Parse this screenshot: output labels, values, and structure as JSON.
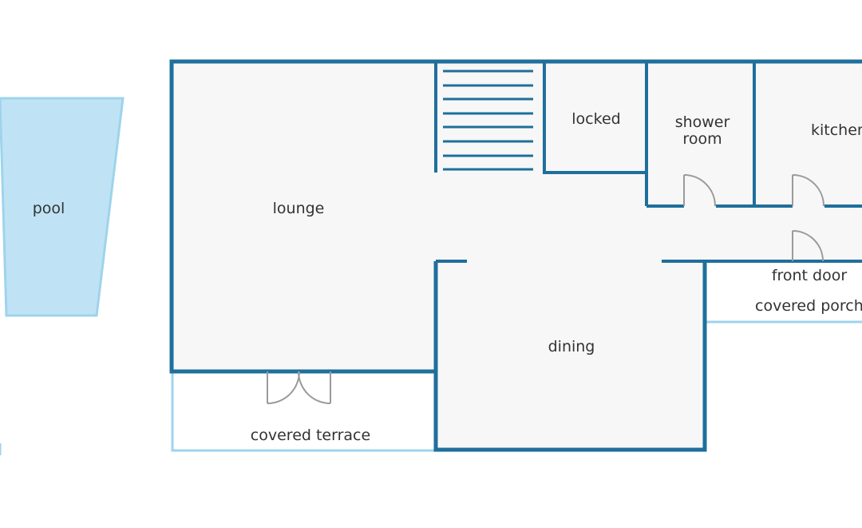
{
  "colors": {
    "wall": "#1f6f9c",
    "outline_light": "#9fd3ec",
    "floor": "#f7f7f7",
    "pool_fill": "#bfe3f5",
    "door": "#9a9a9a",
    "stairs": "#1f6f9c",
    "text": "#333333"
  },
  "labels": {
    "pool": "pool",
    "lounge": "lounge",
    "locked": "locked",
    "shower_room_line1": "shower",
    "shower_room_line2": "room",
    "kitchen": "kitchen",
    "front_door": "front door",
    "covered_porch": "covered porch",
    "dining": "dining",
    "covered_terrace": "covered terrace"
  }
}
